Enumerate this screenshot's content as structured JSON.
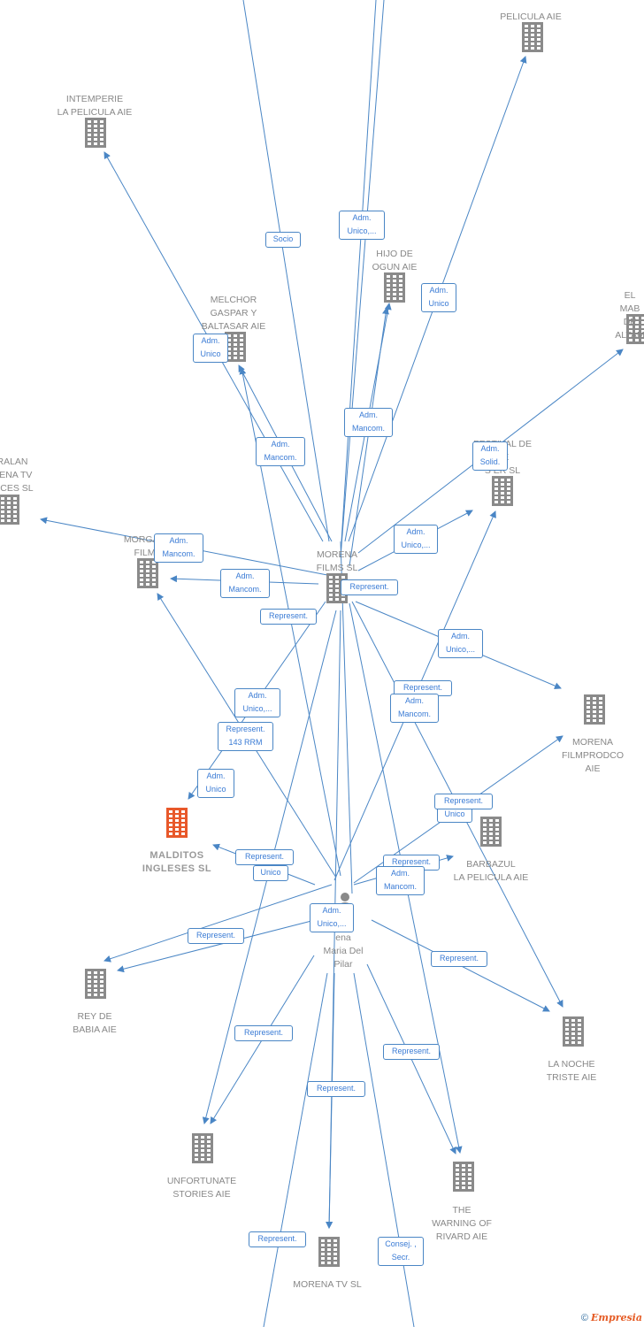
{
  "colors": {
    "edge": "#4a86c5",
    "building": "#8a8a8a",
    "highlight": "#e8582a",
    "label": "#888888"
  },
  "nodes": [
    {
      "id": "pelicula_aie",
      "label": "PELICULA AIE",
      "icon": "building-icon"
    },
    {
      "id": "intemperie",
      "label": "INTEMPERIE\nLA PELICULA AIE",
      "icon": "building-icon"
    },
    {
      "id": "hijo_de_ogun",
      "label": "HIJO DE\nOGUN AIE",
      "icon": "building-icon"
    },
    {
      "id": "melchor",
      "label": "MELCHOR\nGASPAR Y\nBALTASAR AIE",
      "icon": "building-icon"
    },
    {
      "id": "el_mab",
      "label": "EL MAB\nDE ALTAM",
      "icon": "building-icon"
    },
    {
      "id": "festival",
      "label": "FESTIVAL DE\nDE\nS       ER  SL",
      "icon": "building-icon"
    },
    {
      "id": "ralan",
      "label": "RALAN\nRENA TV\nVICES  SL",
      "icon": "building-icon"
    },
    {
      "id": "morgana",
      "label": "MORGANA\nFILMS",
      "icon": "building-icon"
    },
    {
      "id": "morena_films",
      "label": "MORENA\nFILMS SL",
      "icon": "building-icon"
    },
    {
      "id": "filmprodco",
      "label": "MORENA\nFILMPRODCO\nAIE",
      "icon": "building-icon"
    },
    {
      "id": "malditos",
      "label": "MALDITOS\nINGLESES  SL",
      "icon": "building-icon"
    },
    {
      "id": "barbazul",
      "label": "BARBAZUL\nLA PELICULA AIE",
      "icon": "building-icon"
    },
    {
      "id": "person",
      "label": "      ena\nMaria Del\nPilar",
      "icon": "person-icon"
    },
    {
      "id": "rey_de_babia",
      "label": "REY DE\nBABIA AIE",
      "icon": "building-icon"
    },
    {
      "id": "noche_triste",
      "label": "LA NOCHE\nTRISTE AIE",
      "icon": "building-icon"
    },
    {
      "id": "unfortunate",
      "label": "UNFORTUNATE\nSTORIES AIE",
      "icon": "building-icon"
    },
    {
      "id": "warning",
      "label": "THE\nWARNING OF\nRIVARD AIE",
      "icon": "building-icon"
    },
    {
      "id": "morena_tv",
      "label": "MORENA TV  SL",
      "icon": "building-icon"
    }
  ],
  "relations": [
    "Socio",
    "Adm.\nUnico,...",
    "Adm.\nUnico",
    "Adm.\nUnico",
    "Adm.\nMancom.",
    "Adm.\nMancom.",
    "Adm.\nSolid.",
    "Adm.\nUnico,...",
    "Adm.\nMancom.",
    "Adm.\nMancom.",
    "Represent.",
    "Represent.",
    "Adm.\nUnico,...",
    "Represent.",
    "Adm.\nUnico,...",
    "Adm.\nMancom.",
    "Represent.\n143 RRM",
    "Adm.\nUnico",
    "Represent.",
    "Adm.\nUnico",
    "Represent.",
    "Unico",
    "Represent.",
    "Adm.\nMancom.",
    "Adm.\nUnico,...",
    "Represent.",
    "Represent.",
    "Represent.",
    "Represent.",
    "Represent.",
    "Represent.",
    "Consej. ,\nSecr."
  ],
  "footer": {
    "copyright": "©",
    "brand": "Empresia"
  }
}
